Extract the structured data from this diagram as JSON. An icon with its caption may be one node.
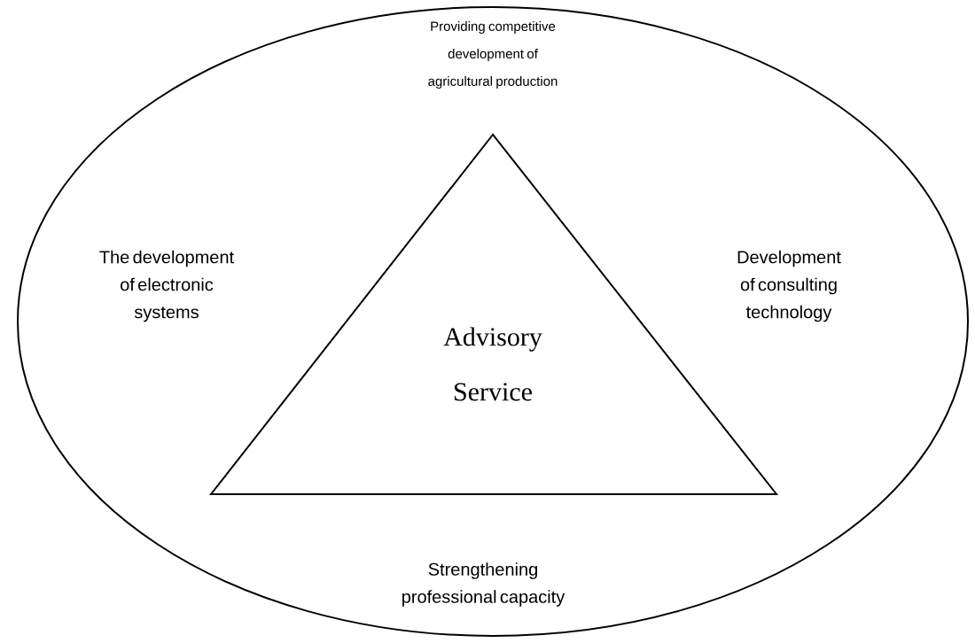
{
  "diagram": {
    "nodes": [
      {
        "text": [
          "Providing competitive development of agricultural production",
          "The development of electronic systems",
          "Development of consulting technology",
          "Strengthening professional capacity"
        ]
      },
      {
        "text": [
          "Advisory Service"
        ],
        "in": 0
      }
    ]
  }
}
